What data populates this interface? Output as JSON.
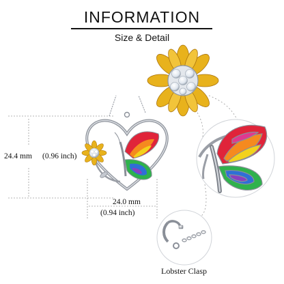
{
  "header": {
    "title": "INFORMATION",
    "subtitle": "Size & Detail"
  },
  "dimensions": {
    "height_mm": "24.4 mm",
    "height_in": "(0.96 inch)",
    "width_mm": "24.0 mm",
    "width_in": "(0.94 inch)"
  },
  "callouts": {
    "clasp_label": "Lobster  Clasp"
  },
  "colors": {
    "silver": "#9a9ea6",
    "gold": "#e8b21c",
    "wing_red": "#e0243a",
    "wing_orange": "#f58a1f",
    "wing_yellow": "#f3d21c",
    "wing_green": "#2fb24c",
    "wing_blue": "#2f6fd6",
    "wing_purple": "#8a3fc0",
    "wing_pink": "#e0398f",
    "guide_line": "#9a9a9a"
  }
}
